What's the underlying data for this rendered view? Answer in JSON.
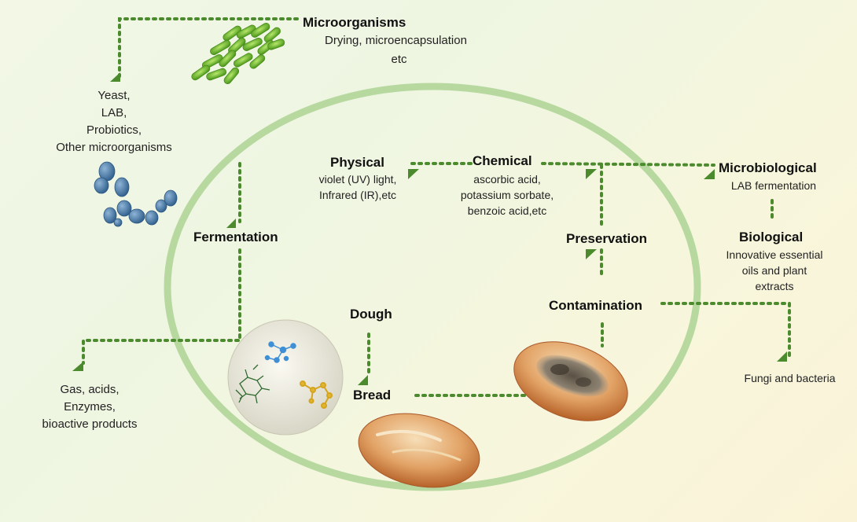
{
  "nodes": {
    "microorganisms": {
      "title": "Microorganisms",
      "lines": [
        "Drying, microencapsulation",
        "etc"
      ]
    },
    "microbe_types": {
      "lines": [
        "Yeast,",
        "LAB,",
        "Probiotics,",
        "Other microorganisms"
      ]
    },
    "fermentation": {
      "title": "Fermentation"
    },
    "ferment_products": {
      "lines": [
        "Gas, acids,",
        "Enzymes,",
        "bioactive products"
      ]
    },
    "physical": {
      "title": "Physical",
      "lines": [
        "violet (UV) light,",
        "Infrared (IR),etc"
      ]
    },
    "chemical": {
      "title": "Chemical",
      "lines": [
        "ascorbic acid,",
        "potassium  sorbate,",
        "benzoic acid,etc"
      ]
    },
    "microbiological": {
      "title": "Microbiological",
      "lines": [
        "LAB fermentation"
      ]
    },
    "biological": {
      "title": "Biological",
      "lines": [
        "Innovative essential",
        "oils and plant",
        "extracts"
      ]
    },
    "preservation": {
      "title": "Preservation"
    },
    "contamination": {
      "title": "Contamination"
    },
    "fungi": {
      "lines": [
        "Fungi and bacteria"
      ]
    },
    "dough": {
      "title": "Dough"
    },
    "bread": {
      "title": "Bread"
    }
  },
  "colors": {
    "connector": "#4c8a2e",
    "cycle_ring": "#b7d9a0",
    "arrow_head": "#4c8a2e",
    "rod_bacteria": "#7cc53a",
    "yeast_cells": "#3d6f9c",
    "bread_crust": "#c87a3c"
  }
}
